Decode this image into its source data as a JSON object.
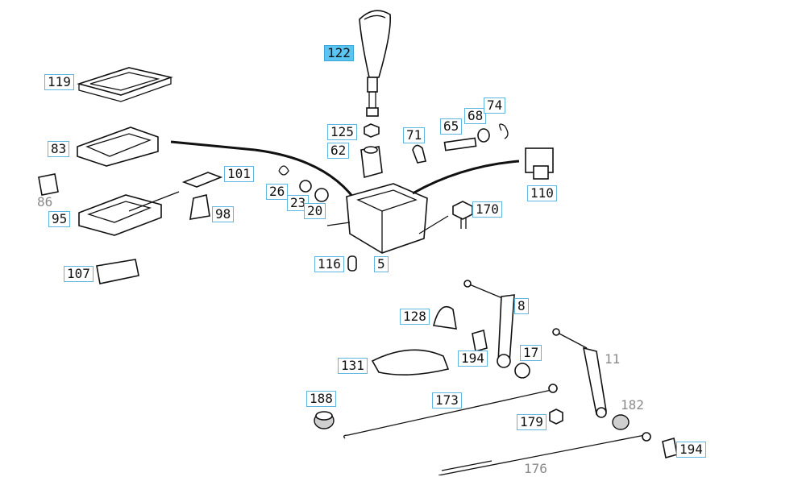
{
  "labels": {
    "p122": "122",
    "p119": "119",
    "p125": "125",
    "p71": "71",
    "p65": "65",
    "p68": "68",
    "p74": "74",
    "p62": "62",
    "p83": "83",
    "p101": "101",
    "p86": "86",
    "p26": "26",
    "p23": "23",
    "p20": "20",
    "p110": "110",
    "p170": "170",
    "p95": "95",
    "p98": "98",
    "p116": "116",
    "p5": "5",
    "p107": "107",
    "p8": "8",
    "p128": "128",
    "p194a": "194",
    "p17": "17",
    "p11": "11",
    "p131": "131",
    "p188": "188",
    "p173": "173",
    "p182": "182",
    "p179": "179",
    "p194b": "194",
    "p176": "176"
  },
  "colors": {
    "highlight": "#5cc4f0",
    "label_border": "#5fb6e0",
    "muted_label": "#8a8a8a"
  }
}
